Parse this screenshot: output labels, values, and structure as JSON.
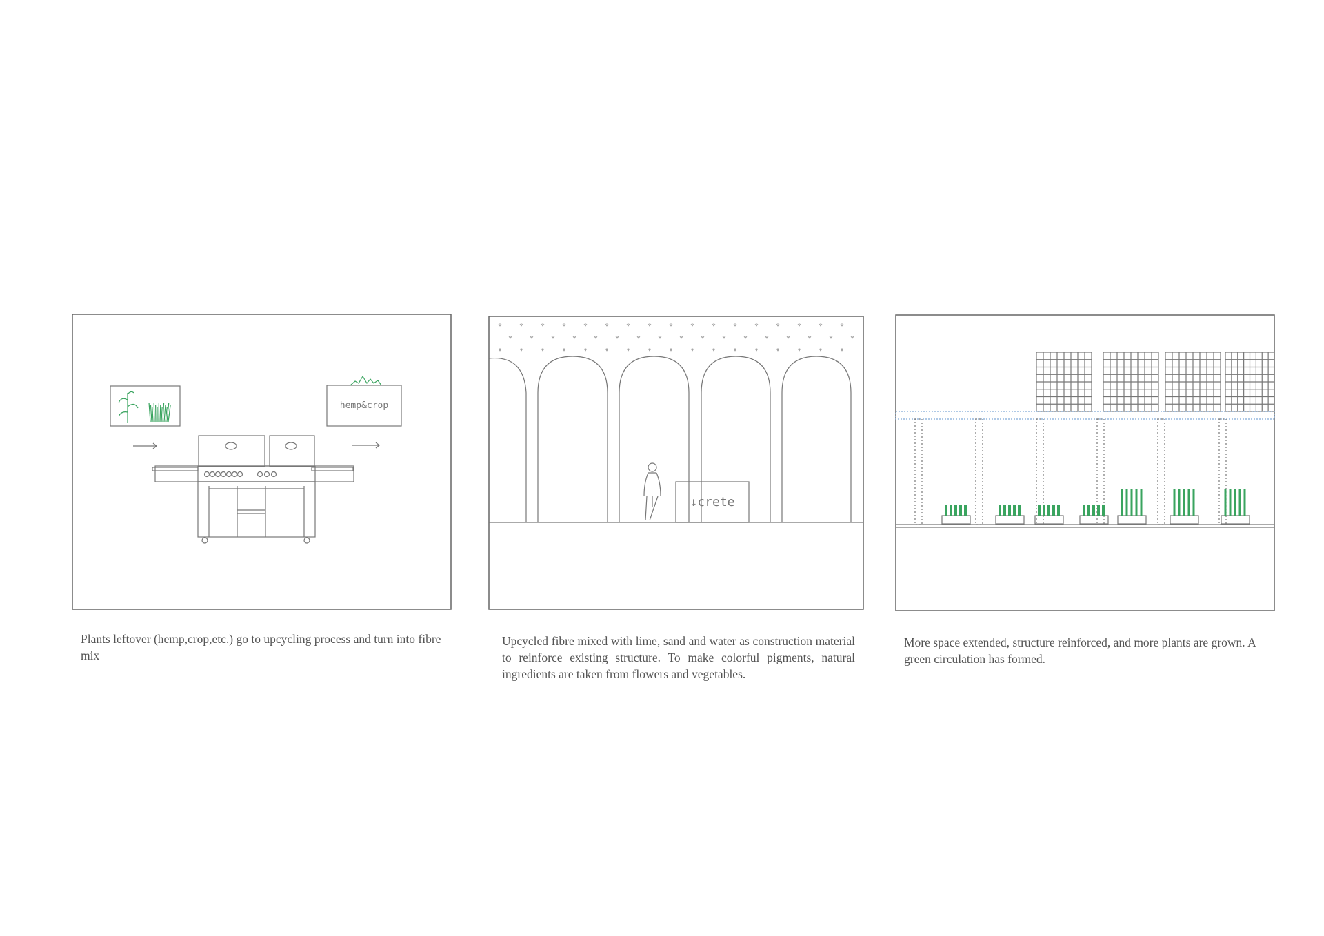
{
  "panels": [
    {
      "caption": "Plants leftover (hemp,crop,etc.) go to upcycling process and turn into fibre mix",
      "label": "hemp&crop"
    },
    {
      "caption": "Upcycled fibre mixed with lime, sand and water as  construction material to reinforce existing structure. To make colorful pigments, natural ingredients are taken from  flowers and vegetables.",
      "label": "crete",
      "label_prefix": "↓"
    },
    {
      "caption": "More space extended, structure reinforced,  and more plants are grown. A green circulation has formed."
    }
  ],
  "colors": {
    "line": "#6e6e6e",
    "green": "#3aa45f",
    "blue": "#7fa9d6"
  }
}
